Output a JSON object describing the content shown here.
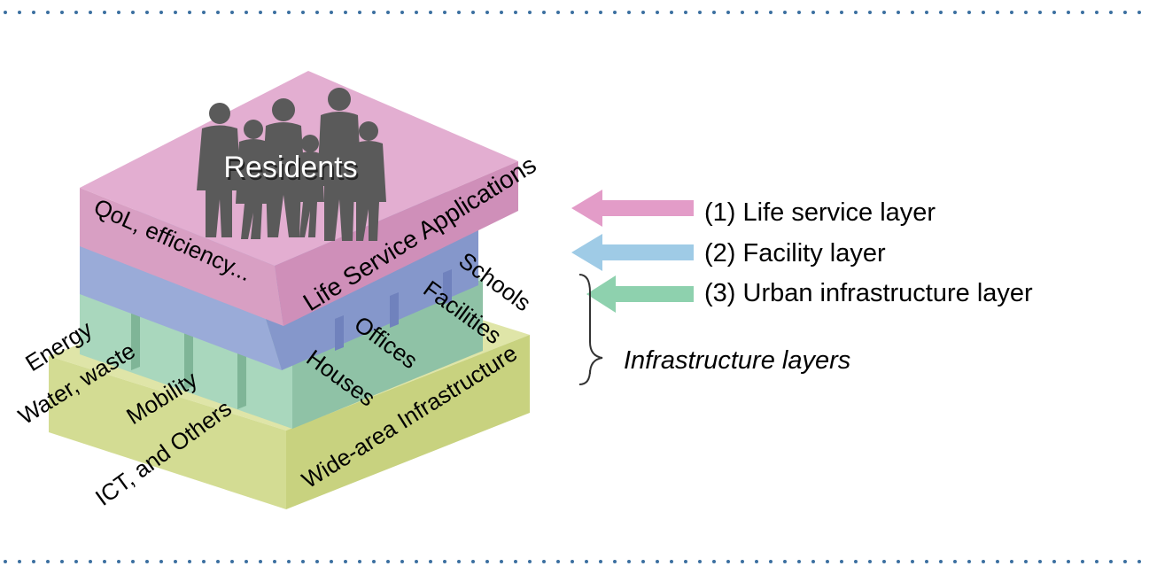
{
  "residents_label": "Residents",
  "layers": {
    "life_service": {
      "top_label": "Life Service Applications",
      "side_label": "QoL, efficiency..."
    },
    "facility": {
      "group_label": "Facilities",
      "items": [
        "Schools",
        "Offices",
        "Houses"
      ]
    },
    "urban": {
      "items": [
        "Energy",
        "Water, waste",
        "Mobility",
        "ICT, and Others"
      ],
      "right_label": "Wide-area Infrastructure"
    }
  },
  "legend": [
    {
      "label": "(1) Life service layer",
      "color": "#e39cc8"
    },
    {
      "label": "(2) Facility layer",
      "color": "#9fcbe6"
    },
    {
      "label": "(3) Urban infrastructure layer",
      "color": "#8ed1ae"
    }
  ],
  "brace_label": "Infrastructure layers",
  "colors": {
    "pink": "#e3aed1",
    "blue": "#9aacd8",
    "green": "#a7d6bd",
    "olive": "#d7df9a",
    "silhouette": "#5a5a5a",
    "dots": "#3b6fa0"
  }
}
